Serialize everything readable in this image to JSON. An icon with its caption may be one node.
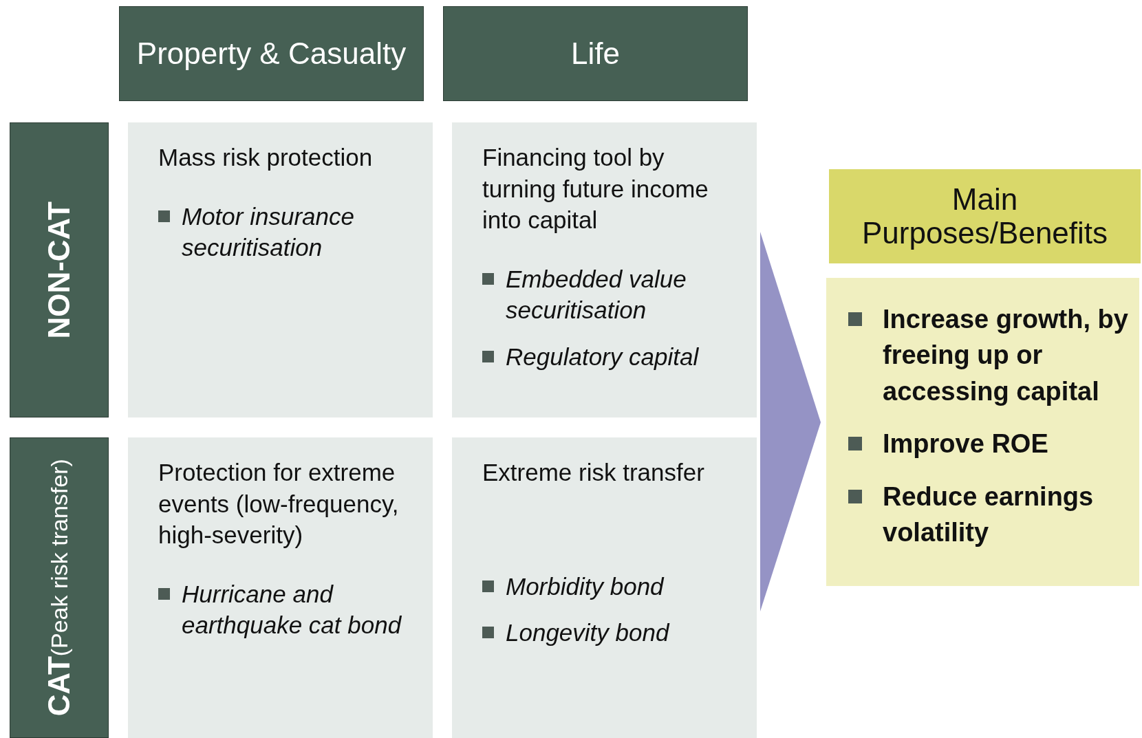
{
  "diagram": {
    "nodes": [
      {
        "text": [
          "Property & Casualty"
        ]
      },
      {
        "text": [
          "Life"
        ]
      },
      {
        "text": [
          "NON-CAT"
        ]
      },
      {
        "text": [
          "CAT",
          "(Peak risk transfer)"
        ]
      },
      {
        "text": [
          "Mass risk protection",
          "Motor insurance securitisation"
        ]
      },
      {
        "text": [
          "Financing tool by turning future income into capital",
          "Embedded value securitisation",
          "Regulatory capital"
        ]
      },
      {
        "text": [
          "Protection for extreme events (low-frequency, high-severity)",
          "Hurricane and earthquake cat bond"
        ]
      },
      {
        "text": [
          "Extreme risk transfer",
          "Morbidity bond",
          "Longevity bond"
        ]
      },
      {
        "text": [
          "Main Purposes/Benefits"
        ]
      },
      {
        "text": [
          "Increase growth, by freeing up or accessing capital",
          "Improve ROE",
          "Reduce earnings volatility"
        ]
      }
    ],
    "edges": [
      {
        "from": null,
        "to": 9,
        "arrow": "to"
      }
    ]
  }
}
